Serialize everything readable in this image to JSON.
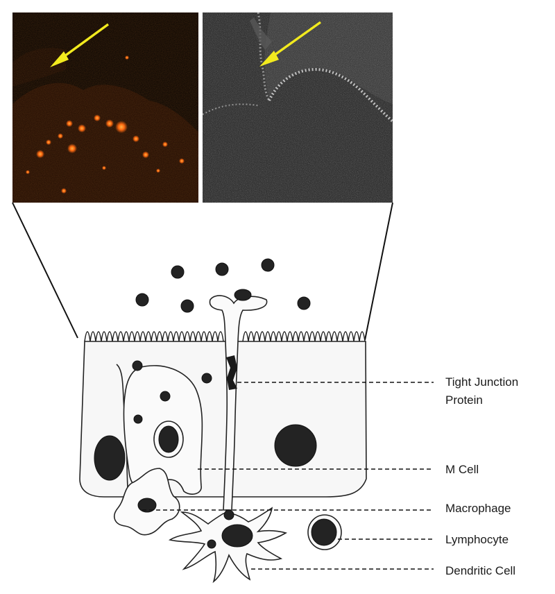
{
  "labels": {
    "tight_junction_line1": "Tight Junction",
    "tight_junction_line2": "Protein",
    "m_cell": "M Cell",
    "macrophage": "Macrophage",
    "lymphocyte": "Lymphocyte",
    "dendritic_cell": "Dendritic Cell"
  },
  "colors": {
    "arrow": "#f2ea1e",
    "fluorescence": "#ff6a10",
    "nucleus": "#232323"
  }
}
